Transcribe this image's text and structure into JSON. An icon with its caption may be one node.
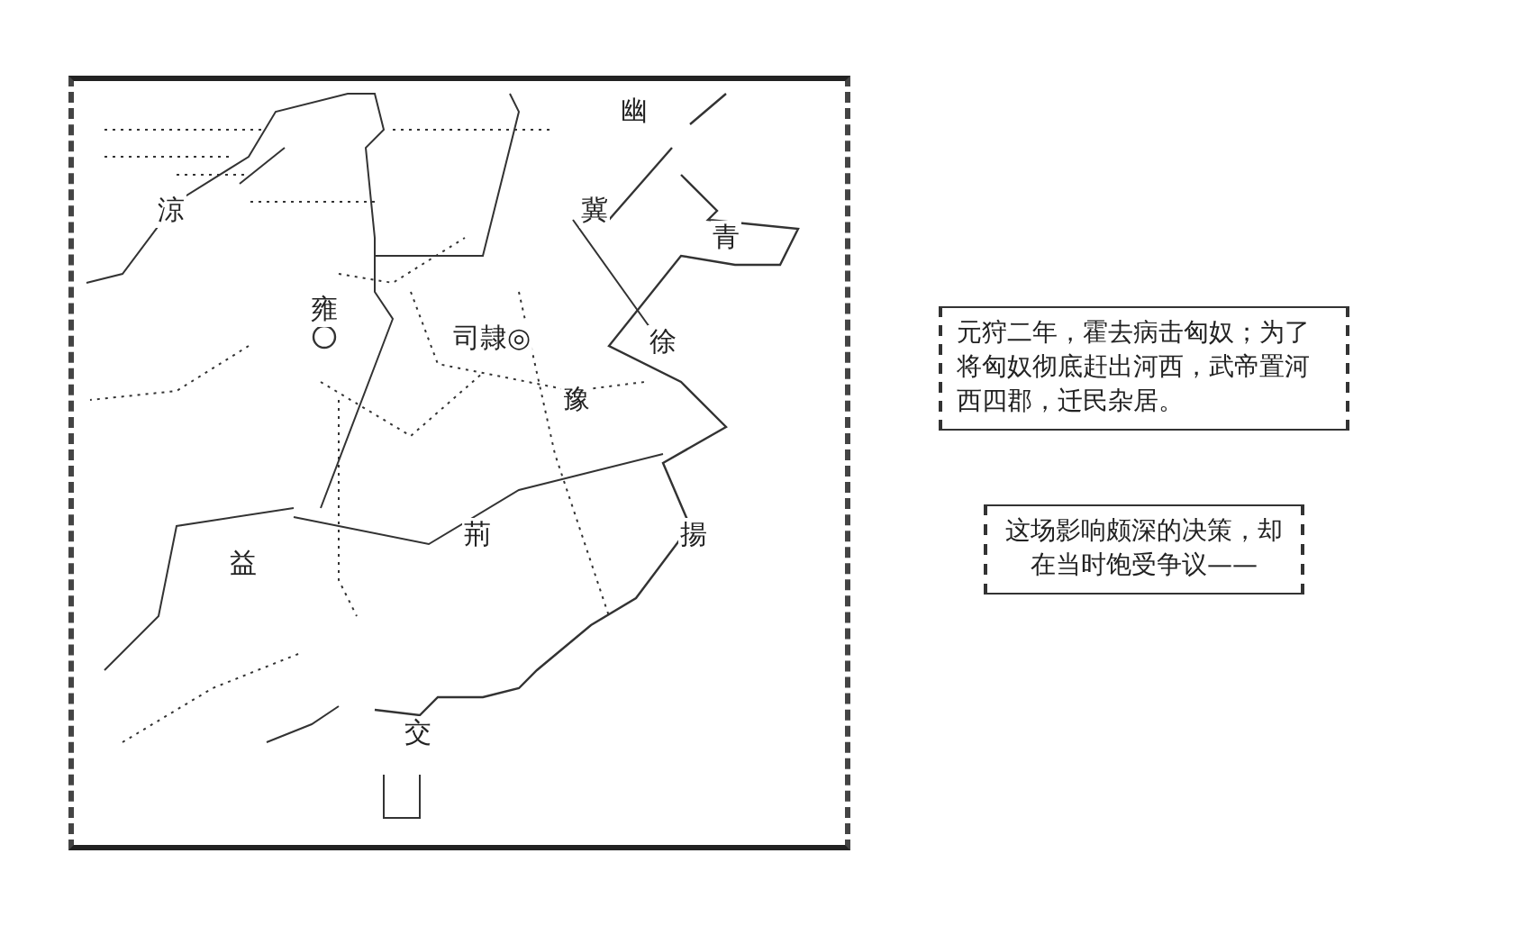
{
  "diagram": {
    "nodes": [
      {
        "text": [
          "元狩二年，霍去病击匈奴；为了将匈奴彻底赶出河西，武帝置河西四郡，迁民杂居。"
        ]
      },
      {
        "text": [
          "这场影响颇深的决策，却在当时饱受争议——"
        ]
      }
    ],
    "labels": [
      "幽",
      "涼",
      "冀",
      "青",
      "雍",
      "司隷◎",
      "徐",
      "豫",
      "荊",
      "揚",
      "益",
      "交"
    ]
  }
}
